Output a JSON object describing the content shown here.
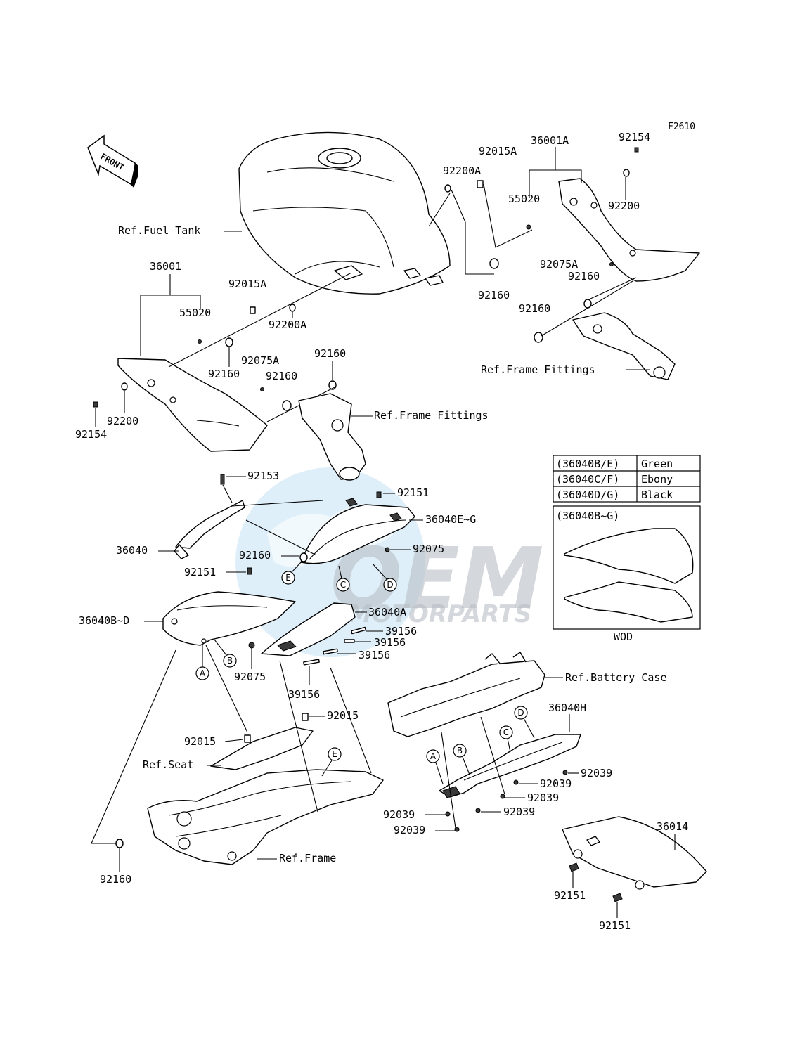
{
  "figure_code": "F2610",
  "front_label": "FRONT",
  "watermark": {
    "line1": "OEM",
    "line2": "MOTORPARTS"
  },
  "refs": {
    "fuel_tank": "Ref.Fuel Tank",
    "frame_fittings_right": "Ref.Frame Fittings",
    "frame_fittings_center": "Ref.Frame Fittings",
    "battery_case": "Ref.Battery Case",
    "seat": "Ref.Seat",
    "frame": "Ref.Frame"
  },
  "parts": {
    "p36001A": "36001A",
    "p92154_tr": "92154",
    "p92015A_top": "92015A",
    "p92200A_top": "92200A",
    "p55020_right": "55020",
    "p92200_right": "92200",
    "p92075A_right": "92075A",
    "p92160_r1": "92160",
    "p92160_r2": "92160",
    "p92160_r3": "92160",
    "p36001": "36001",
    "p92015A_left": "92015A",
    "p55020_left": "55020",
    "p92200A_left": "92200A",
    "p92075A_left": "92075A",
    "p92160_l1": "92160",
    "p92160_l2": "92160",
    "p92160_l3": "92160",
    "p92200_left": "92200",
    "p92154_left": "92154",
    "p92153": "92153",
    "p92151_a": "92151",
    "p36040E_G": "36040E~G",
    "p36040": "36040",
    "p92075_a": "92075",
    "p92160_c": "92160",
    "p92151_b": "92151",
    "p36040B_D": "36040B~D",
    "p36040A": "36040A",
    "p39156_a": "39156",
    "p39156_b": "39156",
    "p39156_c": "39156",
    "p92075_b": "92075",
    "p39156_d": "39156",
    "p92015_a": "92015",
    "p92015_b": "92015",
    "p36040H": "36040H",
    "p92039_a": "92039",
    "p92039_b": "92039",
    "p92039_c": "92039",
    "p92039_d": "92039",
    "p92039_e": "92039",
    "p92039_f": "92039",
    "p36014": "36014",
    "p92151_c": "92151",
    "p92151_d": "92151",
    "p92160_bottom": "92160"
  },
  "callouts": {
    "A": "A",
    "B": "B",
    "C": "C",
    "D": "D",
    "E": "E"
  },
  "color_table": {
    "rows": [
      {
        "code": "(36040B/E)",
        "color": "Green"
      },
      {
        "code": "(36040C/F)",
        "color": "Ebony"
      },
      {
        "code": "(36040D/G)",
        "color": "Black"
      }
    ]
  },
  "wod_box": {
    "header": "(36040B~G)",
    "caption": "WOD"
  }
}
